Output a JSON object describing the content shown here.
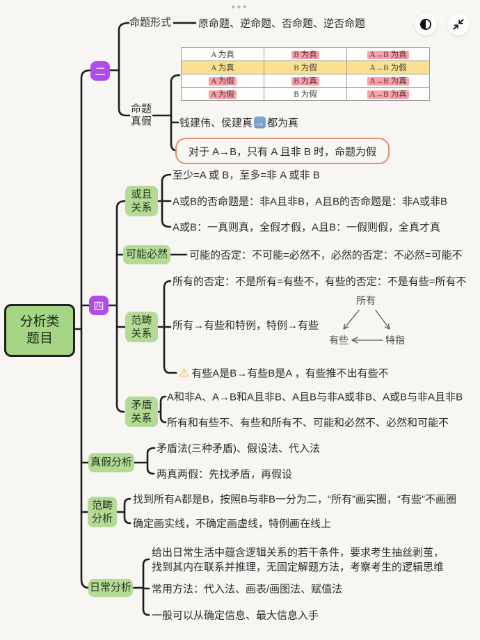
{
  "page": {
    "menu_dots": "•••"
  },
  "colors": {
    "background": "#f7f6f3",
    "root_green": "#a6d685",
    "node_green": "#b4db96",
    "node_purple": "#b04ce8",
    "highlight_pink": "#f7a1a9",
    "highlight_yellow": "#fbe18f",
    "box_border_orange": "#df8f6c",
    "line_black": "#1c1c1c"
  },
  "root": {
    "line1": "分析类",
    "line2": "题目"
  },
  "branch2": {
    "label": "二",
    "xingshi": {
      "label": "命题形式",
      "child": "原命题、逆命题、否命题、逆否命题"
    },
    "zhenjia": {
      "line1": "命题",
      "line2": "真假",
      "table": {
        "rows": [
          {
            "yellow": false,
            "cells": [
              {
                "t": "A 为真",
                "hl": ""
              },
              {
                "t": "B 为真",
                "hl": "pink"
              },
              {
                "t": "A→B 为真",
                "hl": "pink"
              }
            ]
          },
          {
            "yellow": true,
            "cells": [
              {
                "t": "A 为真",
                "hl": ""
              },
              {
                "t": "B 为假",
                "hl": ""
              },
              {
                "t": "A→B 为假",
                "hl": ""
              }
            ]
          },
          {
            "yellow": false,
            "cells": [
              {
                "t": "A 为假",
                "hl": "pink"
              },
              {
                "t": "B 为真",
                "hl": "pink"
              },
              {
                "t": "A→B 为真",
                "hl": "pink"
              }
            ]
          },
          {
            "yellow": false,
            "cells": [
              {
                "t": "A 为假",
                "hl": "pink"
              },
              {
                "t": "B 为假",
                "hl": ""
              },
              {
                "t": "A→B 为真",
                "hl": "pink"
              }
            ]
          }
        ]
      },
      "qian_prefix": "钱建伟、侯建真",
      "arrow_glyph": "→",
      "qian_suffix": "都为真",
      "box": "对于 A→B，只有 A 且非 B 时，命题为假"
    }
  },
  "branch4": {
    "label": "四",
    "huoqie": {
      "line1": "或且",
      "line2": "关系",
      "children": [
        "至少=A 或 B，至多=非 A 或非 B",
        "A或B的否命题是：非A且非B，A且B的否命题是：非A或非B",
        "A或B：一真则真，全假才假，A且B：一假则假，全真才真"
      ]
    },
    "keneng": {
      "label": "可能必然",
      "child": "可能的否定：不可能=必然不，必然的否定：不必然=可能不"
    },
    "fanchou": {
      "line1": "范畴",
      "line2": "关系",
      "child1": "所有的否定：不是所有=有些不，有些的否定：不是有些=所有不",
      "child2": "所有→有些和特例，特例→有些",
      "warning_glyph": "⚠",
      "child3": "有些A是B→有些B是A ，有些推不出有些不",
      "diagram": {
        "top": "所有",
        "left": "有些",
        "right": "特指"
      }
    },
    "maodun": {
      "line1": "矛盾",
      "line2": "关系",
      "child1": "A和非A、A→B和A且非B、A且B与非A或非B、A或B与非A且非B",
      "child2": "所有和有些不、有些和所有不、可能和必然不、必然和可能不"
    }
  },
  "zhenjia_fenxi": {
    "label": "真假分析",
    "child1": "矛盾法(三种矛盾)、假设法、代入法",
    "child2": "两真两假：先找矛盾，再假设"
  },
  "fanchou_fenxi": {
    "line1": "范畴",
    "line2": "分析",
    "child1": "找到所有A都是B，按照B与非B一分为二，“所有”画实圈，“有些”不画圈",
    "child2": "确定画实线，不确定画虚线，特例画在线上"
  },
  "richang": {
    "label": "日常分析",
    "child1_line1": "给出日常生活中蕴含逻辑关系的若干条件，要求考生抽丝剥茧，",
    "child1_line2": "找到其内在联系并推理，无固定解题方法，考察考生的逻辑思维",
    "child2": "常用方法：代入法、画表/画图法、赋值法",
    "child3": "一般可以从确定信息、最大信息入手"
  }
}
